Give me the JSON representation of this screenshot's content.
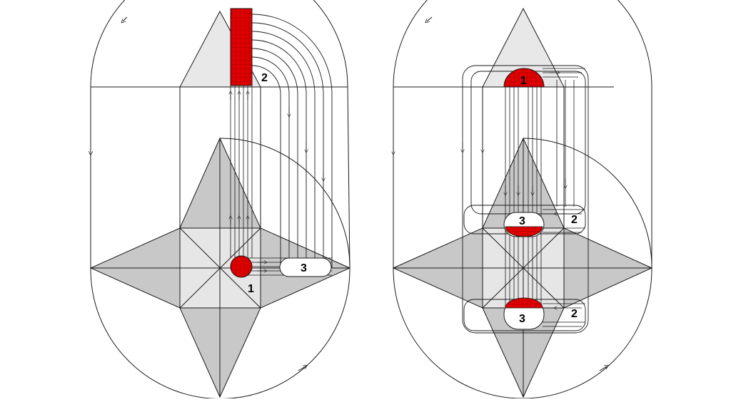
{
  "colors": {
    "background": "#ffffff",
    "stroke": "#1a1a1a",
    "face_light": "#e8e8e8",
    "face_mid": "#d0d0d0",
    "face_dark": "#b8b8b8",
    "highlight": "#e00000"
  },
  "left_panel": {
    "labels": {
      "a": "1",
      "b": "2",
      "c": "3"
    }
  },
  "right_panel": {
    "labels": {
      "a": "1",
      "b": "2",
      "c": "3",
      "d": "3",
      "e": "2"
    }
  }
}
